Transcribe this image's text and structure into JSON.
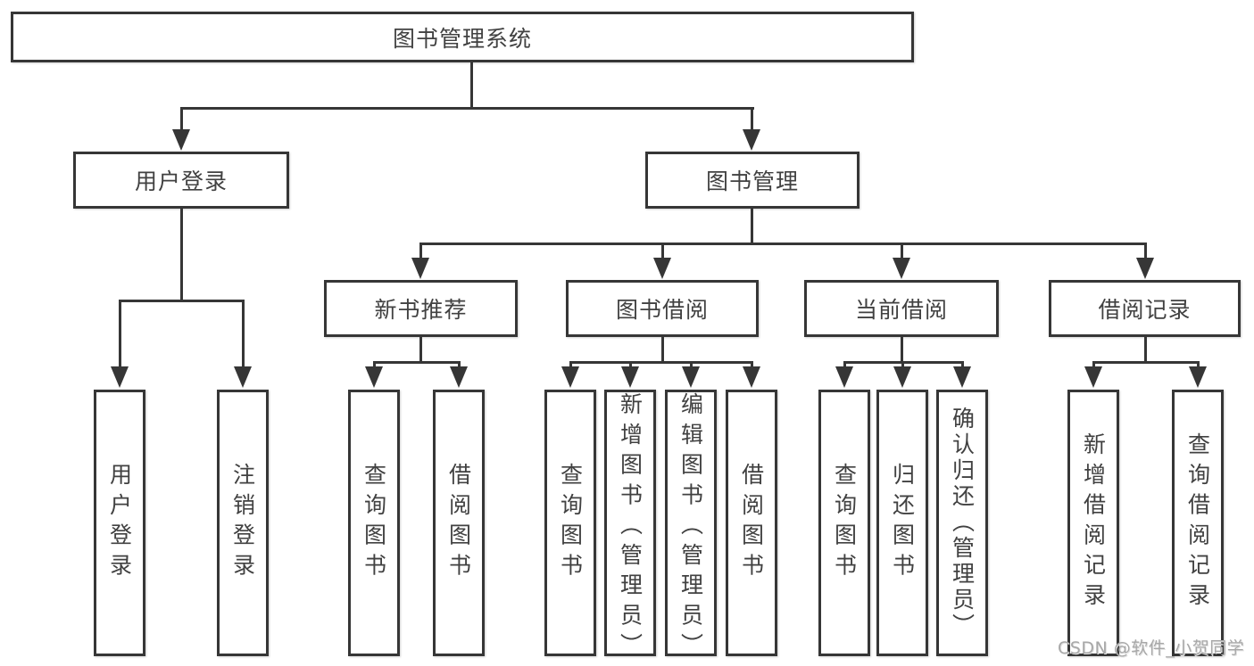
{
  "diagram_title": "图书管理系统",
  "tree": {
    "root": "图书管理系统",
    "children": [
      {
        "label": "用户登录",
        "children": [
          {
            "label": "用户登录"
          },
          {
            "label": "注销登录"
          }
        ]
      },
      {
        "label": "图书管理",
        "children": [
          {
            "label": "新书推荐",
            "children": [
              {
                "label": "查询图书"
              },
              {
                "label": "借阅图书"
              }
            ]
          },
          {
            "label": "图书借阅",
            "children": [
              {
                "label": "查询图书"
              },
              {
                "label": "新增图书（管理员）"
              },
              {
                "label": "编辑图书（管理员）"
              },
              {
                "label": "借阅图书"
              }
            ]
          },
          {
            "label": "当前借阅",
            "children": [
              {
                "label": "查询图书"
              },
              {
                "label": "归还图书"
              },
              {
                "label": "确认归还（管理员）"
              }
            ]
          },
          {
            "label": "借阅记录",
            "children": [
              {
                "label": "新增借阅记录"
              },
              {
                "label": "查询借阅记录"
              }
            ]
          }
        ]
      }
    ]
  },
  "watermark": "CSDN @软件_小贺同学",
  "colors": {
    "line": "#363636",
    "text": "#414141",
    "background": "#ffffff",
    "watermark": "#a8a8a8"
  }
}
